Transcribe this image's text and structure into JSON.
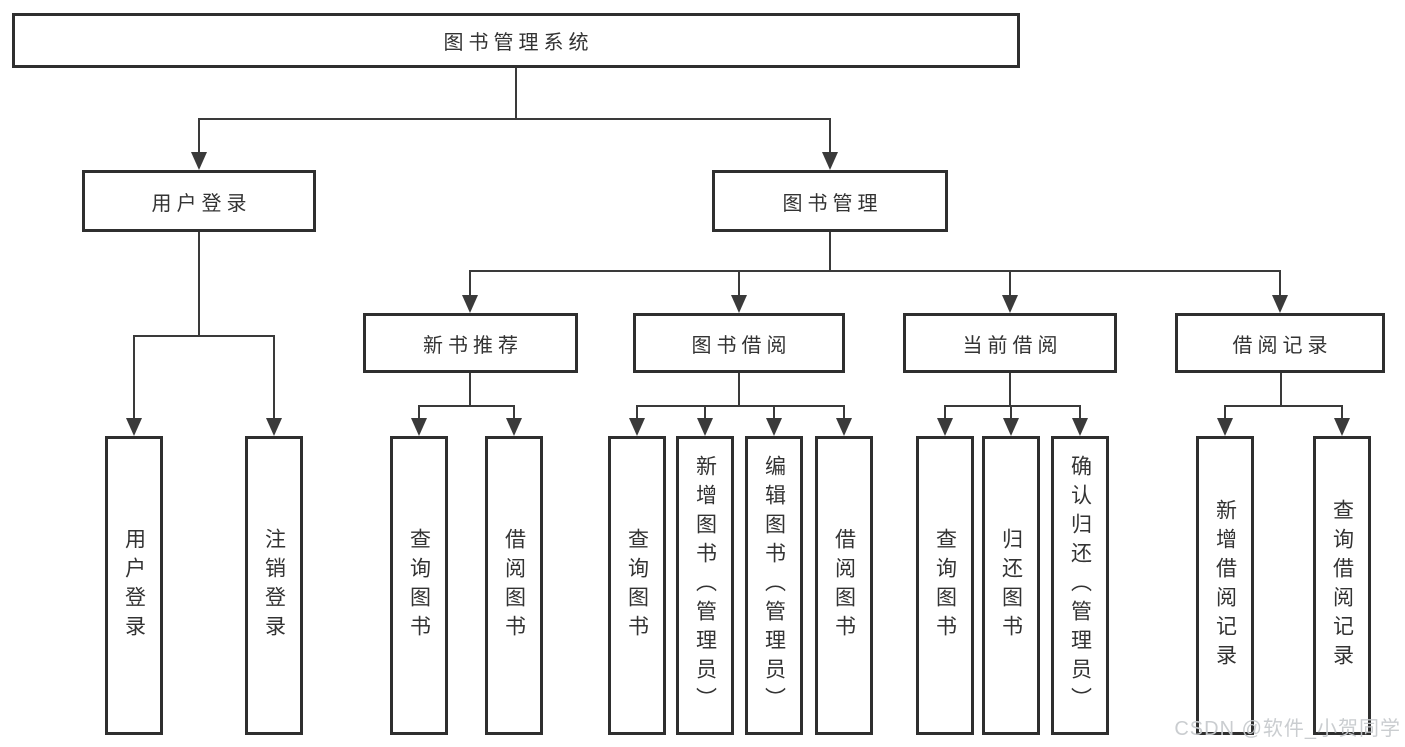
{
  "diagram": {
    "root": {
      "label": "图书管理系统"
    },
    "branches": [
      {
        "label": "用户登录",
        "children": [
          {
            "label": "用户登录"
          },
          {
            "label": "注销登录"
          }
        ]
      },
      {
        "label": "图书管理",
        "children": [
          {
            "label": "新书推荐",
            "children": [
              {
                "label": "查询图书"
              },
              {
                "label": "借阅图书"
              }
            ]
          },
          {
            "label": "图书借阅",
            "children": [
              {
                "label": "查询图书"
              },
              {
                "label": "新增图书（管理员）"
              },
              {
                "label": "编辑图书（管理员）"
              },
              {
                "label": "借阅图书"
              }
            ]
          },
          {
            "label": "当前借阅",
            "children": [
              {
                "label": "查询图书"
              },
              {
                "label": "归还图书"
              },
              {
                "label": "确认归还（管理员）"
              }
            ]
          },
          {
            "label": "借阅记录",
            "children": [
              {
                "label": "新增借阅记录"
              },
              {
                "label": "查询借阅记录"
              }
            ]
          }
        ]
      }
    ]
  },
  "watermark": {
    "text": "CSDN @软件_小贺同学"
  },
  "colors": {
    "box_border": "#2f2f2f",
    "line": "#3a3a3a",
    "text": "#333333",
    "background": "#ffffff",
    "watermark": "#c7cace"
  }
}
